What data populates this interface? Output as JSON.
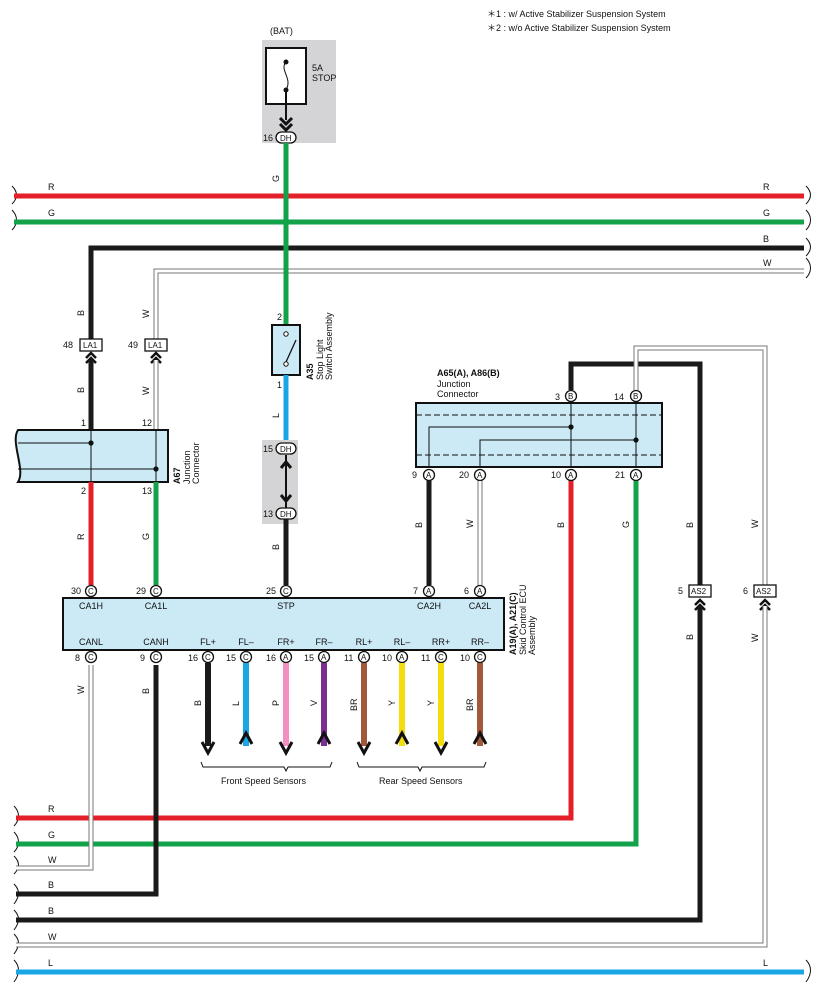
{
  "notes": [
    "＊1 : w/ Active Stabilizer Suspension System",
    "＊2 : w/o Active Stabilizer Suspension System"
  ],
  "colors": {
    "R": "#e3202a",
    "G": "#12a24a",
    "B": "#1a1a1a",
    "W": "#ffffff",
    "L": "#1aa6e4",
    "P": "#f28fc0",
    "V": "#7b2f93",
    "BR": "#a2583a",
    "Y": "#f4dd0c"
  },
  "fuse": {
    "source": "(BAT)",
    "rating": "5A",
    "name": "STOP",
    "pin": "16",
    "conn": "DH"
  },
  "stop_switch": {
    "code": "A35",
    "name_line1": "Stop Light",
    "name_line2": "Switch Assembly",
    "pin_top": "2",
    "pin_bottom": "1"
  },
  "dh_inline": {
    "pin_top": "15",
    "pin_bottom": "13",
    "conn": "DH"
  },
  "la1": [
    {
      "pin": "48",
      "conn": "LA1"
    },
    {
      "pin": "49",
      "conn": "LA1"
    }
  ],
  "as2": [
    {
      "pin": "5",
      "conn": "AS2"
    },
    {
      "pin": "6",
      "conn": "AS2"
    }
  ],
  "a67": {
    "code": "A67",
    "name_line1": "Junction",
    "name_line2": "Connector",
    "pins": [
      "1",
      "12",
      "2",
      "13"
    ]
  },
  "a65": {
    "code": "A65(A), A86(B)",
    "name_line1": "Junction",
    "name_line2": "Connector",
    "top_pins": [
      {
        "n": "3",
        "c": "B"
      },
      {
        "n": "14",
        "c": "B"
      }
    ],
    "bottom_pins": [
      {
        "n": "9",
        "c": "A"
      },
      {
        "n": "20",
        "c": "A"
      },
      {
        "n": "10",
        "c": "A"
      },
      {
        "n": "21",
        "c": "A"
      }
    ]
  },
  "ecu": {
    "code": "A19(A), A21(C)",
    "name_line1": "Skid Control ECU",
    "name_line2": "Assembly",
    "top_pins": [
      {
        "n": "30",
        "c": "C",
        "label": "CA1H"
      },
      {
        "n": "29",
        "c": "C",
        "label": "CA1L"
      },
      {
        "n": "25",
        "c": "C",
        "label": "STP"
      },
      {
        "n": "7",
        "c": "A",
        "label": "CA2H"
      },
      {
        "n": "6",
        "c": "A",
        "label": "CA2L"
      }
    ],
    "bottom_pins": [
      {
        "n": "8",
        "c": "C",
        "label": "CANL"
      },
      {
        "n": "9",
        "c": "C",
        "label": "CANH"
      },
      {
        "n": "16",
        "c": "C",
        "label": "FL+"
      },
      {
        "n": "15",
        "c": "C",
        "label": "FL–"
      },
      {
        "n": "16",
        "c": "A",
        "label": "FR+"
      },
      {
        "n": "15",
        "c": "A",
        "label": "FR–"
      },
      {
        "n": "11",
        "c": "A",
        "label": "RL+"
      },
      {
        "n": "10",
        "c": "A",
        "label": "RL–"
      },
      {
        "n": "11",
        "c": "C",
        "label": "RR+"
      },
      {
        "n": "10",
        "c": "C",
        "label": "RR–"
      }
    ]
  },
  "sensor_wires": [
    "B",
    "L",
    "P",
    "V",
    "BR",
    "Y",
    "Y",
    "BR"
  ],
  "groups": {
    "front": "Front Speed Sensors",
    "rear": "Rear Speed Sensors"
  },
  "wire_labels": {
    "R": "R",
    "G": "G",
    "B": "B",
    "W": "W",
    "L": "L"
  }
}
